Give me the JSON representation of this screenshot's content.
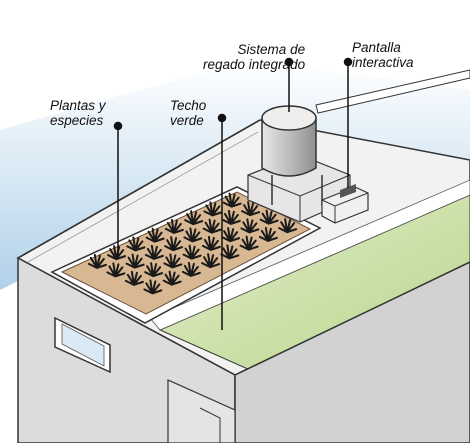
{
  "labels": {
    "plants": {
      "line1": "Plantas y",
      "line2": "especies"
    },
    "green_roof": {
      "line1": "Techo",
      "line2": "verde"
    },
    "irrigation": {
      "line1": "Sistema de",
      "line2": "regado integrado"
    },
    "screen": {
      "line1": "Pantalla",
      "line2": "interactiva"
    }
  },
  "colors": {
    "sky": "#bcd8ec",
    "green_roof": "#c9dfa1",
    "planter_soil": "#d7b892",
    "building_wall": "#dcdcdc",
    "roof_slab": "#f2f2f2",
    "tank": "#cfcfcf"
  },
  "icons": [
    "plant-icon"
  ]
}
